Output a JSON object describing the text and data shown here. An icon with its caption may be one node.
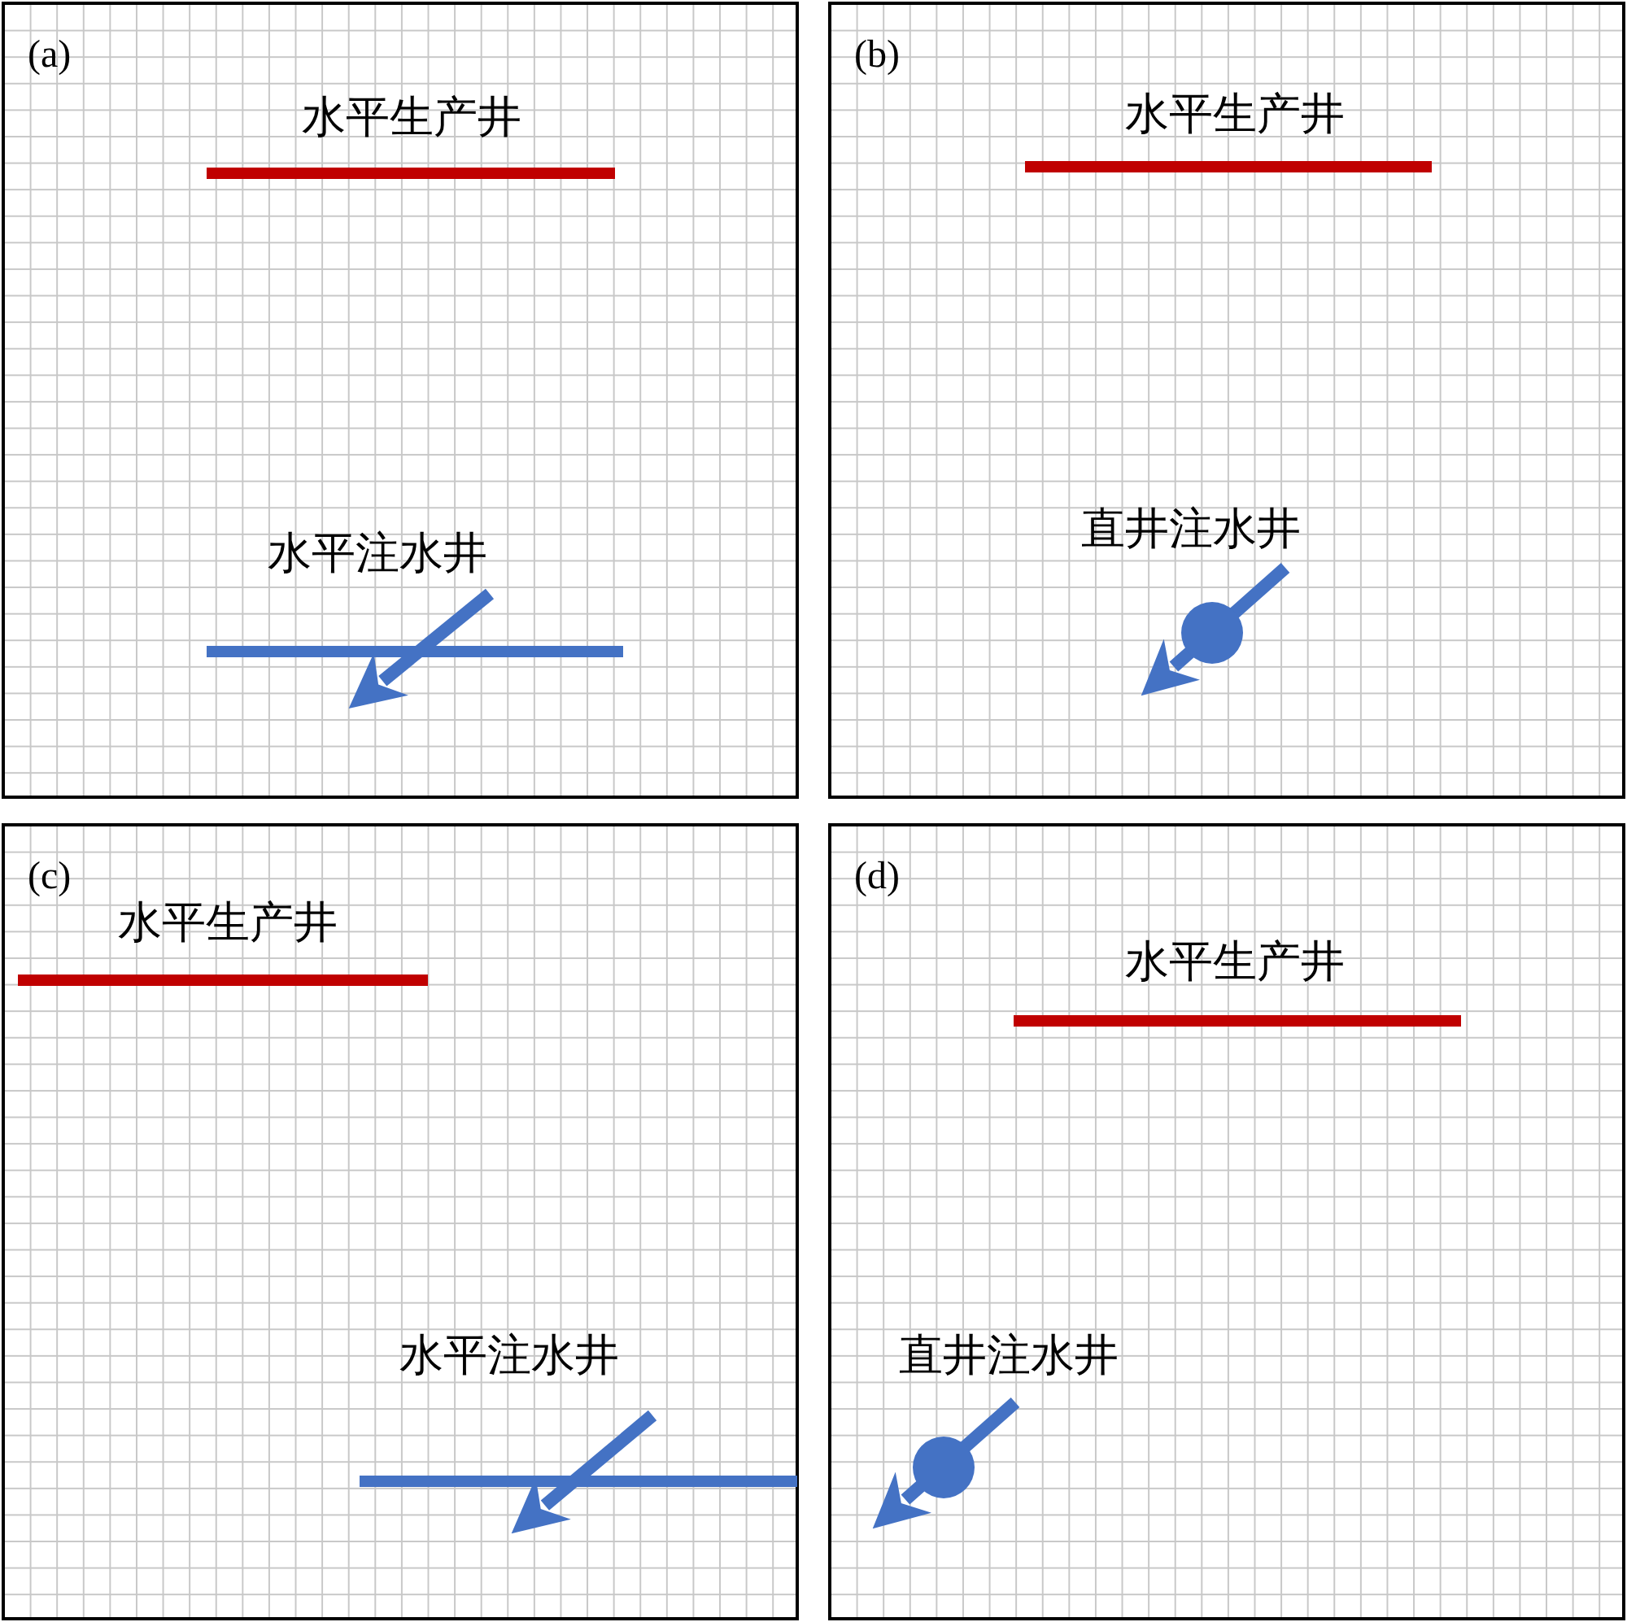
{
  "diagram": {
    "nodes": [
      {
        "text": [
          "(a)"
        ]
      },
      {
        "text": [
          "水平生产井"
        ],
        "in": 0
      },
      {
        "text": [
          "水平注水井"
        ],
        "in": 0
      },
      {
        "text": [
          "(b)"
        ]
      },
      {
        "text": [
          "水平生产井"
        ],
        "in": 3
      },
      {
        "text": [
          "直井注水井"
        ],
        "in": 3
      },
      {
        "text": [
          "(c)"
        ]
      },
      {
        "text": [
          "水平生产井"
        ],
        "in": 6
      },
      {
        "text": [
          "水平注水井"
        ],
        "in": 6
      },
      {
        "text": [
          "(d)"
        ]
      },
      {
        "text": [
          "水平生产井"
        ],
        "in": 9
      },
      {
        "text": [
          "直井注水井"
        ],
        "in": 9
      }
    ],
    "edges": []
  }
}
